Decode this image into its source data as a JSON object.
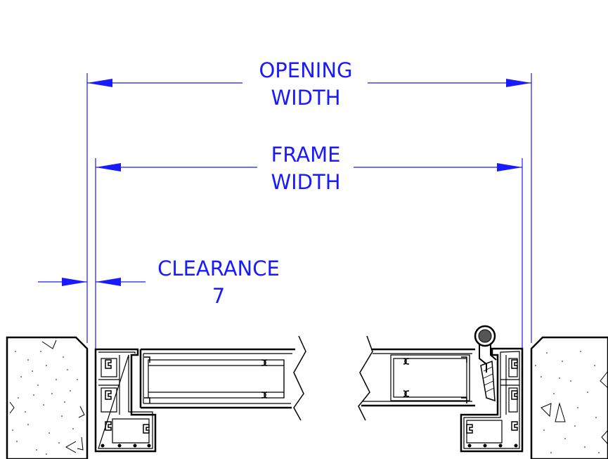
{
  "dimensions": {
    "opening": {
      "line1": "OPENING",
      "line2": "WIDTH"
    },
    "frame": {
      "line1": "FRAME",
      "line2": "WIDTH"
    },
    "clearance": {
      "label": "CLEARANCE",
      "value": "7"
    }
  },
  "colors": {
    "dimension": "#1a1aff",
    "section": "#000000",
    "background": "#ffffff"
  }
}
